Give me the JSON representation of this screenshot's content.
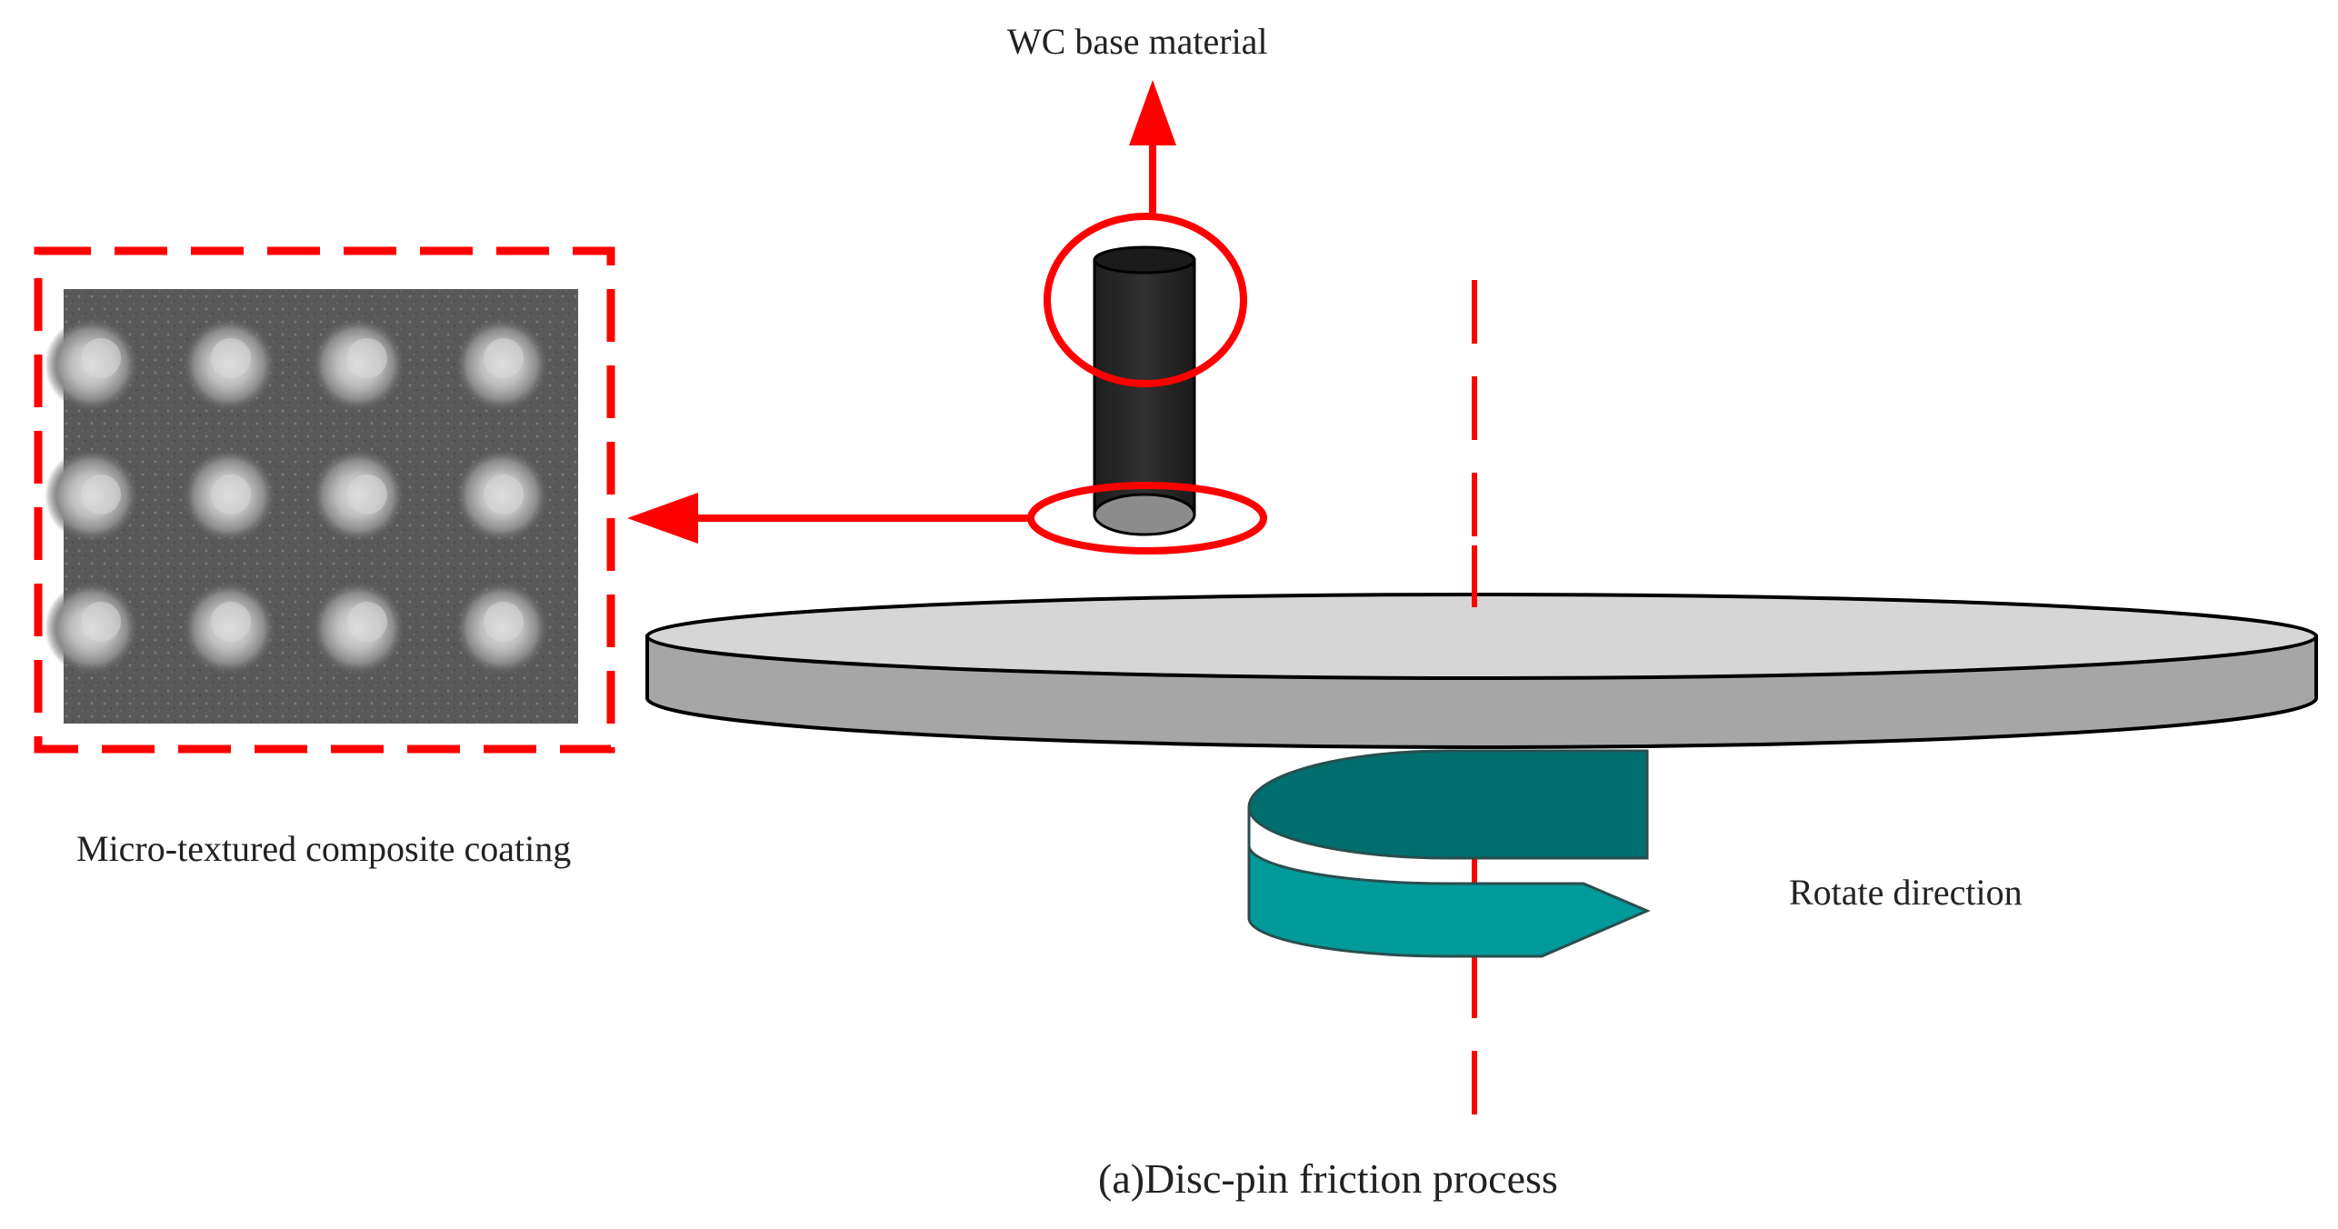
{
  "labels": {
    "wc_base": "WC base material",
    "micro_coating": "Micro-textured composite coating",
    "rotate": "Rotate direction",
    "caption": "(a)Disc-pin friction process"
  },
  "colors": {
    "highlight_red": "#ff0000",
    "pin": "#262626",
    "pin_face": "#8c8c8c",
    "disc_top": "#d6d6d6",
    "disc_side": "#a6a6a6",
    "arrow_top": "#006e6e",
    "arrow_side": "#009a9a",
    "micrograph_bg": "#5a5a5a"
  },
  "icons": {
    "rotation": "curved-rotation-arrow-icon",
    "texture": "micro-texture-image"
  }
}
